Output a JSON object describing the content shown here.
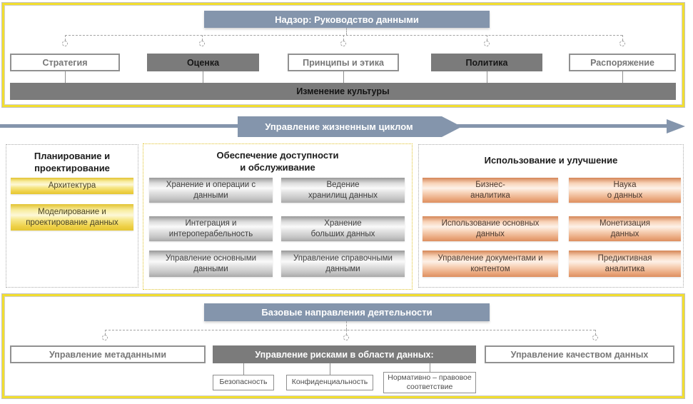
{
  "colors": {
    "accent": "#8495ac",
    "dark": "#7b7b7b",
    "yellowBorder": "#f2de2e"
  },
  "governance": {
    "title": "Надзор: Руководство данными",
    "boxes": [
      "Стратегия",
      "Оценка",
      "Принципы и этика",
      "Политика",
      "Распоряжение"
    ],
    "culture_bar": "Изменение культуры"
  },
  "lifecycle": {
    "arrow_label": "Управление жизненным циклом"
  },
  "columns": {
    "planning": {
      "title": "Планирование и\nпроектирование",
      "items": [
        "Архитектура",
        "Моделирование и\nпроектирование данных"
      ]
    },
    "availability": {
      "title": "Обеспечение доступности\nи обслуживание",
      "items": [
        "Хранение и операции с\nданными",
        "Ведение\nхранилищ данных",
        "Интеграция и\nинтероперабельность",
        "Хранение\nбольших данных",
        "Управление основными\nданными",
        "Управление справочными\nданными"
      ]
    },
    "usage": {
      "title": "Использование и улучшение",
      "items": [
        "Бизнес-\nаналитика",
        "Наука\nо данных",
        "Использование основных\nданных",
        "Монетизация\nданных",
        "Управление документами и\nконтентом",
        "Предиктивная\nаналитика"
      ]
    }
  },
  "foundation": {
    "title": "Базовые направления деятельности",
    "boxes": [
      "Управление метаданными",
      "Управление рисками в области данных:",
      "Управление качеством данных"
    ],
    "risk_children": [
      "Безопасность",
      "Конфиденциальность",
      "Нормативно – правовое\nсоответствие"
    ]
  }
}
